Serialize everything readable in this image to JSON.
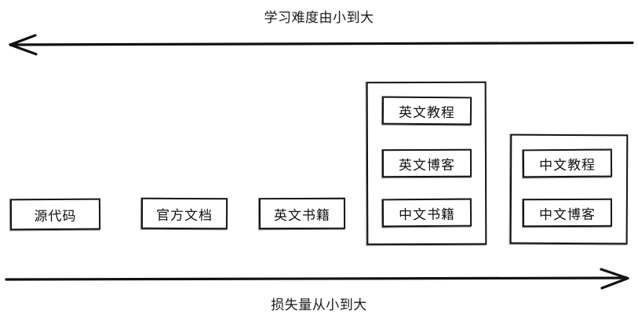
{
  "diagram": {
    "top_axis": {
      "label": "学习难度由小到大",
      "direction": "left",
      "arrow_icon": "arrow-left-icon"
    },
    "bottom_axis": {
      "label": "损失量从小到大",
      "direction": "right",
      "arrow_icon": "arrow-right-icon"
    },
    "columns": [
      {
        "id": "source-code",
        "type": "single",
        "items": [
          "源代码"
        ]
      },
      {
        "id": "official-docs",
        "type": "single",
        "items": [
          "官方文档"
        ]
      },
      {
        "id": "english-books",
        "type": "single",
        "items": [
          "英文书籍"
        ]
      },
      {
        "id": "english-group",
        "type": "group",
        "items": [
          "英文教程",
          "英文博客",
          "中文书籍"
        ]
      },
      {
        "id": "chinese-group",
        "type": "group",
        "items": [
          "中文教程",
          "中文博客"
        ]
      }
    ]
  },
  "colors": {
    "stroke": "#111111",
    "text": "#1a1a1a",
    "background": "#ffffff"
  }
}
